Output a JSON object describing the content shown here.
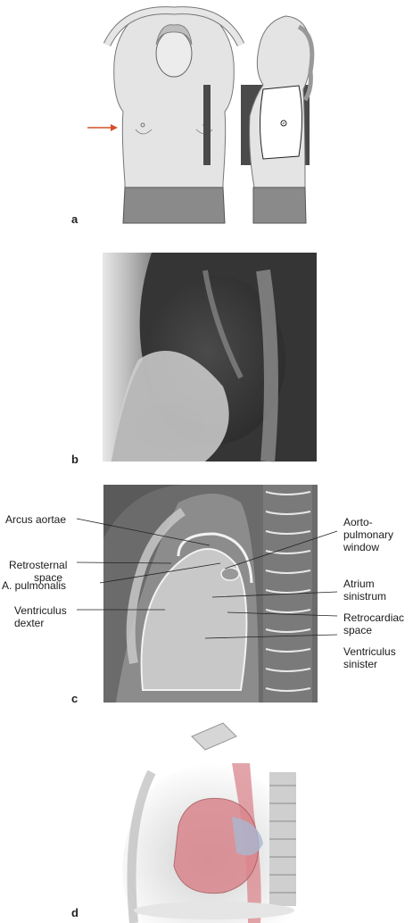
{
  "panels": {
    "a": {
      "letter": "a"
    },
    "b": {
      "letter": "b"
    },
    "c": {
      "letter": "c"
    },
    "d": {
      "letter": "d"
    }
  },
  "labels_left": [
    {
      "lines": [
        "Arcus aortae"
      ]
    },
    {
      "lines": [
        "Retrosternal",
        "space"
      ]
    },
    {
      "lines": [
        "A. pulmonalis"
      ]
    },
    {
      "lines": [
        "Ventriculus",
        "dexter"
      ]
    }
  ],
  "labels_right": [
    {
      "lines": [
        "Aorto-",
        "pulmonary",
        "window"
      ]
    },
    {
      "lines": [
        "Atrium",
        "sinistrum"
      ]
    },
    {
      "lines": [
        "Retrocardiac",
        "space"
      ]
    },
    {
      "lines": [
        "Ventriculus",
        "sinister"
      ]
    }
  ],
  "colors": {
    "arrow": "#d4502a",
    "xray_bg": "#3a3a3a",
    "diagram_dark": "#6b6b6b",
    "diagram_mid": "#8c8c8c",
    "diagram_light": "#c8c8c8",
    "heart_red": "#d9868c",
    "vessel_blue": "#a9b8cf"
  }
}
